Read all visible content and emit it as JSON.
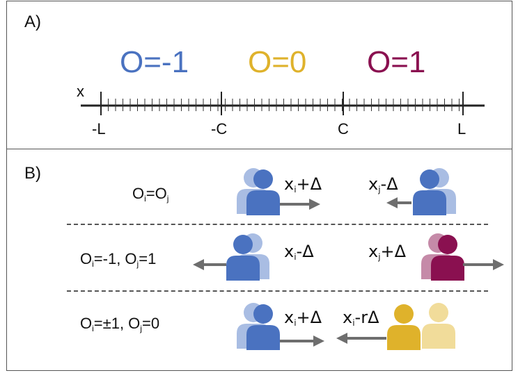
{
  "panel_a": {
    "label": "A)",
    "opinions": [
      {
        "text": "O=-1",
        "color": "#4a72c0"
      },
      {
        "text": "O=0",
        "color": "#dfb22b"
      },
      {
        "text": "O=1",
        "color": "#8a1050"
      }
    ],
    "axis": {
      "variable": "x",
      "ticks": [
        "-L",
        "-C",
        "C",
        "L"
      ]
    }
  },
  "panel_b": {
    "label": "B)",
    "rows": [
      {
        "condition": {
          "parts": [
            {
              "t": "O"
            },
            {
              "s": "i"
            },
            {
              "t": "=O"
            },
            {
              "s": "j"
            }
          ]
        },
        "left_move": {
          "parts": [
            {
              "t": "x"
            },
            {
              "s": "i"
            },
            {
              "t": "+Δ"
            }
          ]
        },
        "right_move": {
          "parts": [
            {
              "t": "x"
            },
            {
              "s": "j"
            },
            {
              "t": "-Δ"
            }
          ]
        }
      },
      {
        "condition": {
          "parts": [
            {
              "t": "O"
            },
            {
              "s": "i"
            },
            {
              "t": "=-1, O"
            },
            {
              "s": "j"
            },
            {
              "t": "=1"
            }
          ]
        },
        "left_move": {
          "parts": [
            {
              "t": "x"
            },
            {
              "s": "i"
            },
            {
              "t": "-Δ"
            }
          ]
        },
        "right_move": {
          "parts": [
            {
              "t": "x"
            },
            {
              "s": "j"
            },
            {
              "t": "+Δ"
            }
          ]
        }
      },
      {
        "condition": {
          "parts": [
            {
              "t": "O"
            },
            {
              "s": "i"
            },
            {
              "t": "=±1, O"
            },
            {
              "s": "j"
            },
            {
              "t": "=0"
            }
          ]
        },
        "left_move": {
          "parts": [
            {
              "t": "x"
            },
            {
              "s": "i"
            },
            {
              "t": "+Δ"
            }
          ]
        },
        "right_move": {
          "parts": [
            {
              "t": "x"
            },
            {
              "s": "i"
            },
            {
              "t": "-rΔ"
            }
          ]
        }
      }
    ]
  },
  "colors": {
    "blue": "#4a72c0",
    "blue_light": "#a9bde3",
    "gold": "#dfb22b",
    "gold_light": "#f1dc9a",
    "maroon": "#8a1050",
    "maroon_light": "#c58aa8",
    "arrow": "#6e6e6e"
  }
}
